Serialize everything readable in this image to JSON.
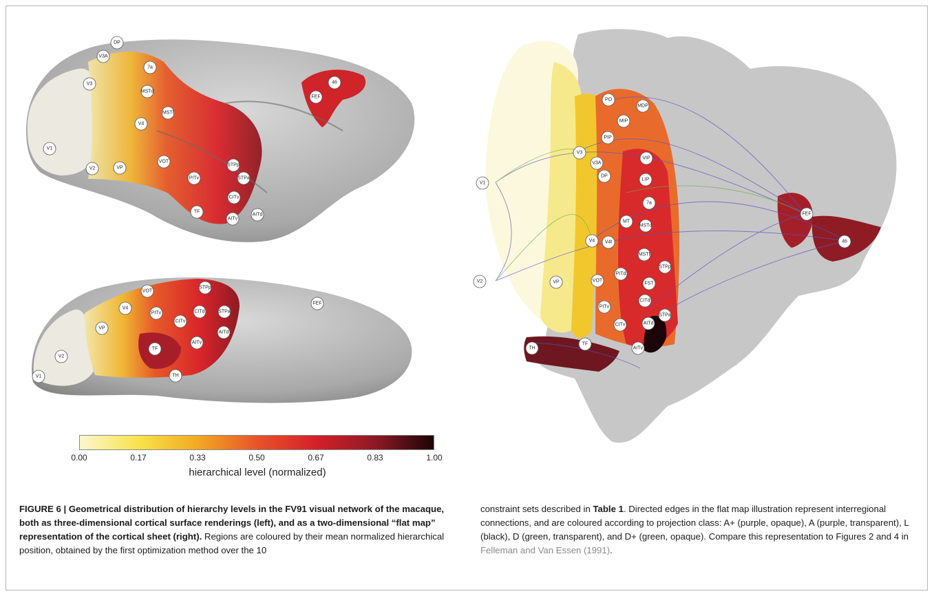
{
  "figure": {
    "colorbar": {
      "ticks": [
        "0.00",
        "0.17",
        "0.33",
        "0.50",
        "0.67",
        "0.83",
        "1.00"
      ],
      "label": "hierarchical level (normalized)",
      "stops": [
        "#fdf7cf",
        "#f7e34a",
        "#f2a922",
        "#e8542a",
        "#d4202a",
        "#8e1a25",
        "#1b0508"
      ]
    },
    "lateral_view_labels": [
      "DP",
      "7a",
      "V3A",
      "V3",
      "MSTd",
      "46",
      "FEF",
      "V4",
      "MSTl",
      "V1",
      "VOT",
      "STPp",
      "V2",
      "VP",
      "PITv",
      "STPa",
      "CITv",
      "TF",
      "AITv",
      "AITd"
    ],
    "ventral_view_labels": [
      "VOT",
      "STPp",
      "V4",
      "PITv",
      "CITd",
      "STPa",
      "FEF",
      "VP",
      "CITv",
      "AITd",
      "AITv",
      "TF",
      "V2",
      "TH",
      "V1"
    ],
    "flat_map_labels": [
      "PO",
      "MDP",
      "MIP",
      "PIP",
      "V3",
      "V3A",
      "VIP",
      "V1",
      "DP",
      "LIP",
      "7a",
      "MT",
      "MSTd",
      "FEF",
      "V4",
      "V4t",
      "46",
      "MSTl",
      "STPp",
      "V2",
      "VP",
      "VOT",
      "PITd",
      "FST",
      "CITd",
      "PITv",
      "CITv",
      "AITd",
      "STPa",
      "TH",
      "TF",
      "AITv"
    ],
    "caption": {
      "heading": "FIGURE 6 | Geometrical distribution of hierarchy levels in the FV91 visual network of the macaque, both as three-dimensional cortical surface renderings (left), and as a two-dimensional “flat map” representation of the cortical sheet (right).",
      "left_body": " Regions are coloured by their mean normalized hierarchical position, obtained by the first optimization method over the 10",
      "right_1": "constraint sets described in ",
      "table_ref": "Table 1",
      "right_2": ". Directed edges in the flat map illustration represent interregional connections, and are coloured according to projection class: A+ (purple, opaque), A (purple, transparent), L (black), D (green, transparent), and D+ (green, opaque). Compare this representation to Figures 2 and 4 in ",
      "citation": "Felleman and Van Essen (1991)",
      "right_end": "."
    }
  }
}
